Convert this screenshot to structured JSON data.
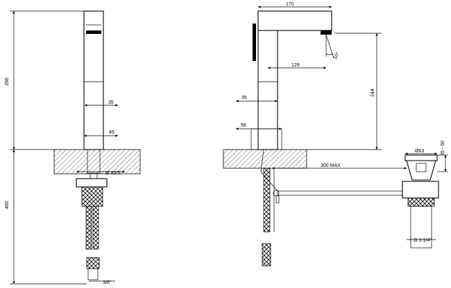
{
  "dimensions": {
    "front_total_height": "286",
    "below_counter": "460",
    "spout_width_top": "35",
    "body_width": "49",
    "inlet_diameter": "Ø 33.5",
    "connection": "3/8\"",
    "projection_total": "170",
    "outlet_projection": "129",
    "tilt_angle": "10°",
    "side_spout_width": "35",
    "base_width": "58",
    "outlet_height": "244",
    "max_distance": "300 MAX",
    "waste_diameter": "Ø63",
    "waste_height_range": "35 - 50",
    "waste_thread": "G 1-1/4\""
  }
}
